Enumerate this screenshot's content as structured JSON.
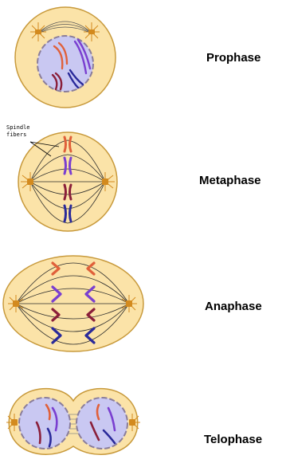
{
  "annotation": {
    "line1": "Spindle",
    "line2": "fibers"
  },
  "phases": [
    {
      "label": "Prophase"
    },
    {
      "label": "Metaphase"
    },
    {
      "label": "Anaphase"
    },
    {
      "label": "Telophase"
    }
  ],
  "colors": {
    "cell_fill": "#fbe3a8",
    "cell_stroke": "#c89a3c",
    "nucleus_fill": "#c9c8f2",
    "nuclear_envelope": "#8a7d9a",
    "chromosome_orange": "#e0603a",
    "chromosome_purple": "#7a3fd0",
    "chromosome_maroon": "#8a1f3a",
    "chromosome_navy": "#2a2a9a",
    "centriole": "#d38a1e",
    "spindle": "#2b2b2b"
  }
}
